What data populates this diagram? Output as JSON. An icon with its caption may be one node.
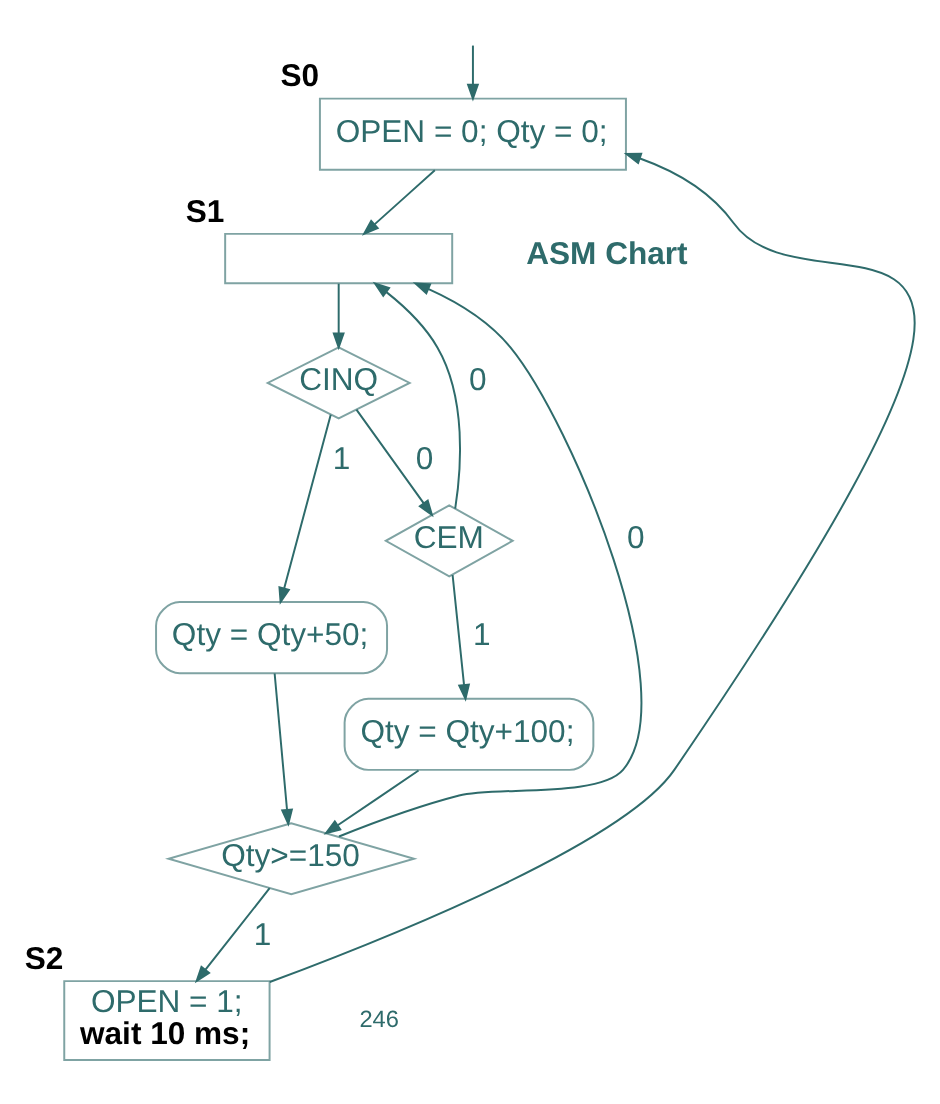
{
  "diagram": {
    "nodes": [
      {
        "text": [
          "OPEN = 0; Qty = 0;"
        ],
        "beside": [
          "S0"
        ]
      },
      {
        "text": [],
        "shape": "box",
        "beside": [
          "S1"
        ]
      },
      {
        "text": [
          "CINQ"
        ]
      },
      {
        "text": [
          "Qty = Qty+50;"
        ]
      },
      {
        "text": [
          "CEM"
        ]
      },
      {
        "text": [
          "Qty = Qty+100;"
        ]
      },
      {
        "text": [
          "Qty>=150"
        ]
      },
      {
        "text": [
          "OPEN = 1;",
          "wait 10 ms;"
        ],
        "beside": [
          "S2"
        ]
      }
    ],
    "edges": [
      {
        "from": null,
        "to": 0,
        "arrow": "to"
      },
      {
        "from": 7,
        "to": 0,
        "arrow": "to"
      },
      {
        "from": 0,
        "to": 1,
        "arrow": "to"
      },
      {
        "from": 6,
        "to": 1,
        "label": "0",
        "arrow": "to"
      },
      {
        "from": 4,
        "to": 1,
        "label": "0",
        "arrow": "to"
      },
      {
        "from": 1,
        "to": 2,
        "arrow": "to"
      },
      {
        "from": 2,
        "to": 3,
        "label": "1",
        "arrow": "to"
      },
      {
        "from": 2,
        "to": 4,
        "label": "0",
        "arrow": "to"
      },
      {
        "from": 4,
        "to": 5,
        "label": "1",
        "arrow": "to"
      },
      {
        "from": 3,
        "to": 6,
        "arrow": "to"
      },
      {
        "from": 5,
        "to": 6,
        "arrow": "to"
      },
      {
        "from": 6,
        "to": 7,
        "label": "1",
        "arrow": "to"
      }
    ],
    "labels": [
      "ASM Chart",
      "246"
    ]
  }
}
